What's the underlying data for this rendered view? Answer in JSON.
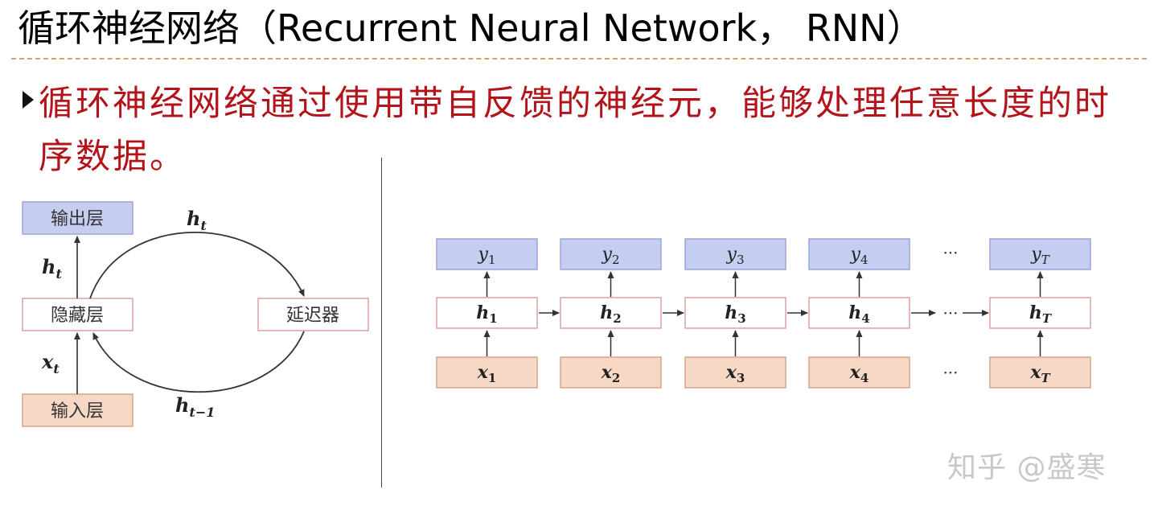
{
  "slide": {
    "title": "循环神经网络（Recurrent Neural Network， RNN）",
    "bullet": "循环神经网络通过使用带自反馈的神经元，能够处理任意长度的时序数据。",
    "watermark": "知乎 @盛寒"
  },
  "left_diagram": {
    "output_label": "输出层",
    "hidden_label": "隐藏层",
    "input_label": "输入层",
    "delay_label": "延迟器",
    "h_sym": "h",
    "x_sym": "x",
    "t_sub": "t",
    "t_minus_1_sub": "t−1"
  },
  "right_diagram": {
    "steps": [
      {
        "y": "y",
        "h": "h",
        "x": "x",
        "sub": "1"
      },
      {
        "y": "y",
        "h": "h",
        "x": "x",
        "sub": "2"
      },
      {
        "y": "y",
        "h": "h",
        "x": "x",
        "sub": "3"
      },
      {
        "y": "y",
        "h": "h",
        "x": "x",
        "sub": "4"
      },
      {
        "y": "y",
        "h": "h",
        "x": "x",
        "sub": "T"
      }
    ],
    "ellipsis": "···"
  },
  "colors": {
    "output_fill": "#c5cef0",
    "output_stroke": "#9aa6d6",
    "hidden_fill": "#ffffff",
    "hidden_stroke": "#dba0a0",
    "input_fill": "#f6d8c4",
    "input_stroke": "#d6a68a",
    "bullet_text": "#b3141b",
    "divider": "#d9a066"
  }
}
